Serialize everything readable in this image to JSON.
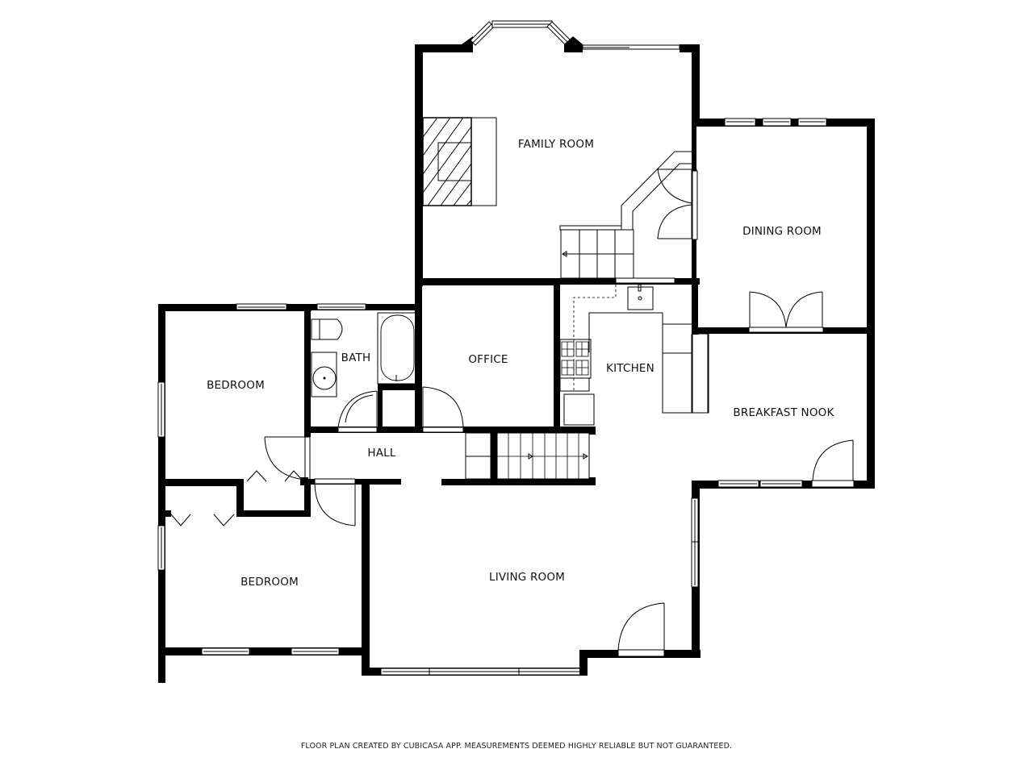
{
  "rooms": {
    "family_room": "FAMILY ROOM",
    "dining_room": "DINING ROOM",
    "kitchen": "KITCHEN",
    "office": "OFFICE",
    "bath": "BATH",
    "bedroom_1": "BEDROOM",
    "bedroom_2": "BEDROOM",
    "hall": "HALL",
    "breakfast_nook": "BREAKFAST NOOK",
    "living_room": "LIVING ROOM"
  },
  "footer": {
    "disclaimer": "FLOOR PLAN CREATED BY CUBICASA APP. MEASUREMENTS DEEMED HIGHLY RELIABLE BUT NOT GUARANTEED."
  },
  "colors": {
    "wall": "#000000",
    "background": "#ffffff",
    "text": "#111111"
  }
}
